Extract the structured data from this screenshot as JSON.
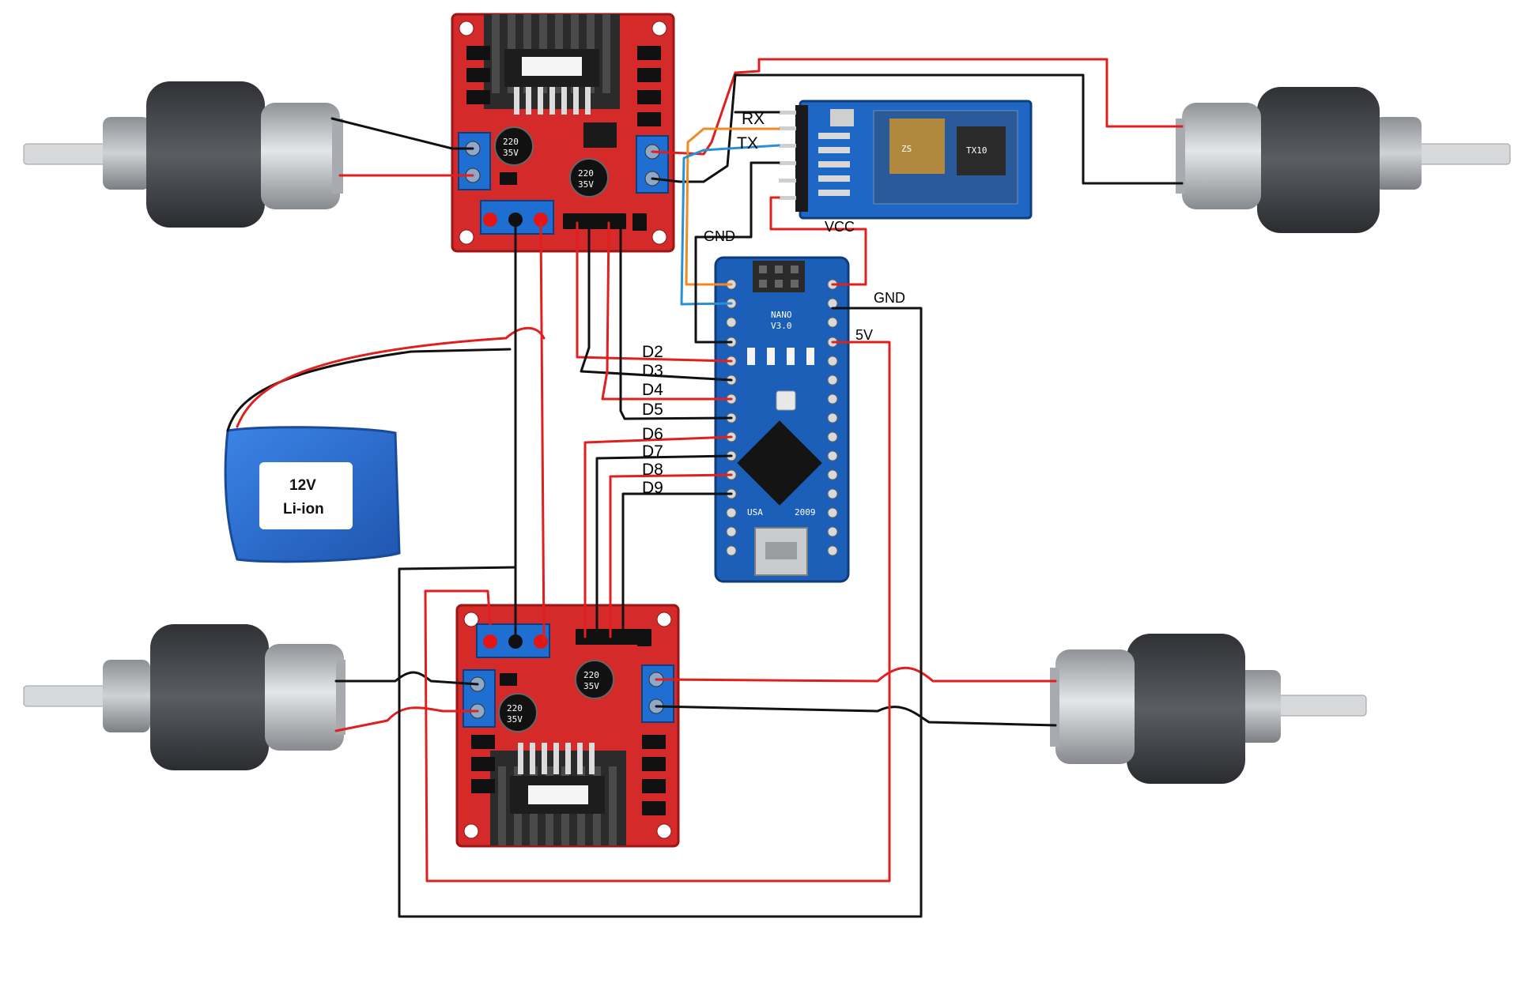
{
  "colors": {
    "wire_red": "#e01f1f",
    "wire_black": "#111111",
    "wire_orange": "#f08a24",
    "wire_blue": "#2b8fd6",
    "pcb_red": "#d42a2a",
    "nano_blue": "#1c5fb8",
    "bt_blue": "#1f67c4",
    "battery_blue": "#2f6fd1",
    "motor_dark": "#4a4d52",
    "motor_silver": "#b9bcc0"
  },
  "battery": {
    "label_line1": "12V",
    "label_line2": "Li-ion"
  },
  "pin_labels": {
    "rx": "RX",
    "tx": "TX",
    "vcc": "VCC",
    "gnd_bt": "GND",
    "gnd_nano": "GND",
    "v5": "5V",
    "d2": "D2",
    "d3": "D3",
    "d4": "D4",
    "d5": "D5",
    "d6": "D6",
    "d7": "D7",
    "d8": "D8",
    "d9": "D9"
  },
  "nano_board": {
    "model_line1": "NANO",
    "model_line2": "V3.0",
    "country": "USA",
    "year": "2009"
  },
  "bluetooth_module": {
    "chip_text": "TX10",
    "brand": "ZS"
  },
  "driver_board": {
    "cap_value": "220",
    "cap_voltage": "35V"
  }
}
